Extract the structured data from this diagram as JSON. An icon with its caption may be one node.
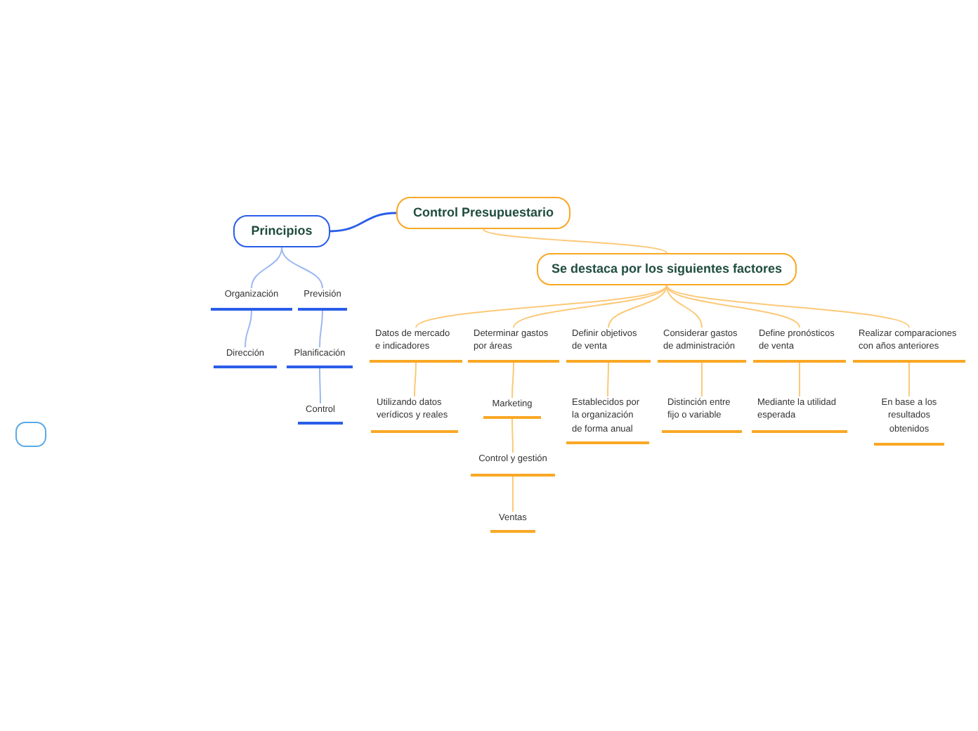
{
  "diagram": {
    "nodes": [
      {
        "text": [
          "Control Presupuestario"
        ]
      },
      {
        "text": [
          "Principios"
        ]
      },
      {
        "text": [
          "Organización"
        ]
      },
      {
        "text": [
          "Previsión"
        ]
      },
      {
        "text": [
          "Dirección"
        ]
      },
      {
        "text": [
          "Planificación"
        ]
      },
      {
        "text": [
          "Control"
        ]
      },
      {
        "text": [
          "Se destaca por los siguientes factores"
        ]
      },
      {
        "text": [
          "Datos de mercado e indicadores"
        ]
      },
      {
        "text": [
          "Determinar gastos por áreas"
        ]
      },
      {
        "text": [
          "Definir objetivos de venta"
        ]
      },
      {
        "text": [
          "Considerar gastos de administración"
        ]
      },
      {
        "text": [
          "Define pronósticos de venta"
        ]
      },
      {
        "text": [
          "Realizar comparaciones con años anteriores"
        ]
      },
      {
        "text": [
          "Utilizando datos verídicos y reales"
        ]
      },
      {
        "text": [
          "Marketing"
        ]
      },
      {
        "text": [
          "Control y gestión"
        ]
      },
      {
        "text": [
          "Ventas"
        ]
      },
      {
        "text": [
          "Establecidos por la organización de forma anual"
        ]
      },
      {
        "text": [
          "Distinción entre fijo o variable"
        ]
      },
      {
        "text": [
          "Mediante la utilidad esperada"
        ]
      },
      {
        "text": [
          "En base a los resultados obtenidos"
        ]
      },
      {
        "text": [],
        "shape": "box"
      }
    ],
    "edges": [
      {
        "from": 0,
        "to": 1,
        "arrow": "none",
        "color": "#2a5de8"
      },
      {
        "from": 0,
        "to": 7,
        "arrow": "none"
      },
      {
        "from": 1,
        "to": 2,
        "arrow": "none",
        "color": "#9db8f2"
      },
      {
        "from": 1,
        "to": 3,
        "arrow": "none",
        "color": "#9db8f2"
      },
      {
        "from": 2,
        "to": 4,
        "arrow": "none",
        "color": "#9db8f2"
      },
      {
        "from": 3,
        "to": 5,
        "arrow": "none",
        "color": "#9db8f2"
      },
      {
        "from": 5,
        "to": 6,
        "arrow": "none",
        "color": "#9db8f2"
      },
      {
        "from": 7,
        "to": 8,
        "arrow": "none"
      },
      {
        "from": 7,
        "to": 9,
        "arrow": "none"
      },
      {
        "from": 7,
        "to": 10,
        "arrow": "none"
      },
      {
        "from": 7,
        "to": 11,
        "arrow": "none"
      },
      {
        "from": 7,
        "to": 12,
        "arrow": "none"
      },
      {
        "from": 7,
        "to": 13,
        "arrow": "none"
      },
      {
        "from": 8,
        "to": 14,
        "arrow": "none"
      },
      {
        "from": 9,
        "to": 15,
        "arrow": "none"
      },
      {
        "from": 15,
        "to": 16,
        "arrow": "none"
      },
      {
        "from": 16,
        "to": 17,
        "arrow": "none"
      },
      {
        "from": 10,
        "to": 18,
        "arrow": "none"
      },
      {
        "from": 11,
        "to": 19,
        "arrow": "none"
      },
      {
        "from": 12,
        "to": 20,
        "arrow": "none"
      },
      {
        "from": 13,
        "to": 21,
        "arrow": "none"
      }
    ]
  }
}
